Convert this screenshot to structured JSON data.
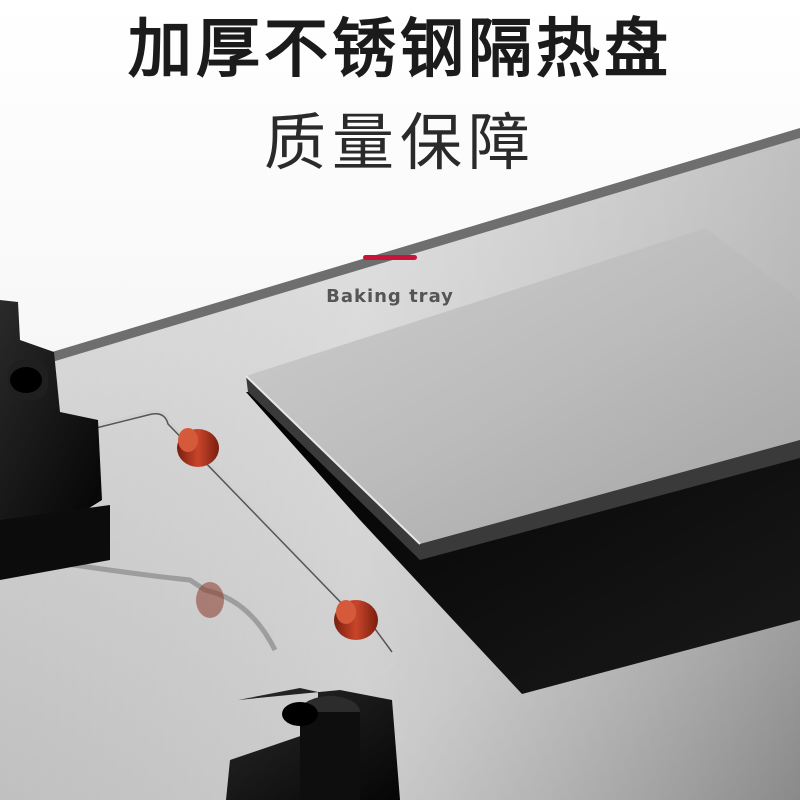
{
  "headline": "加厚不锈钢隔热盘",
  "subheadline": "质量保障",
  "caption": "Baking tray",
  "colors": {
    "accent": "#c8143a",
    "background": "#f3f3f3",
    "steel_light": "#d6d6d6",
    "steel_dark": "#8e8e8e",
    "plate": "#bdbdbd",
    "plastic": "#111111",
    "silicone": "#b0341c"
  }
}
